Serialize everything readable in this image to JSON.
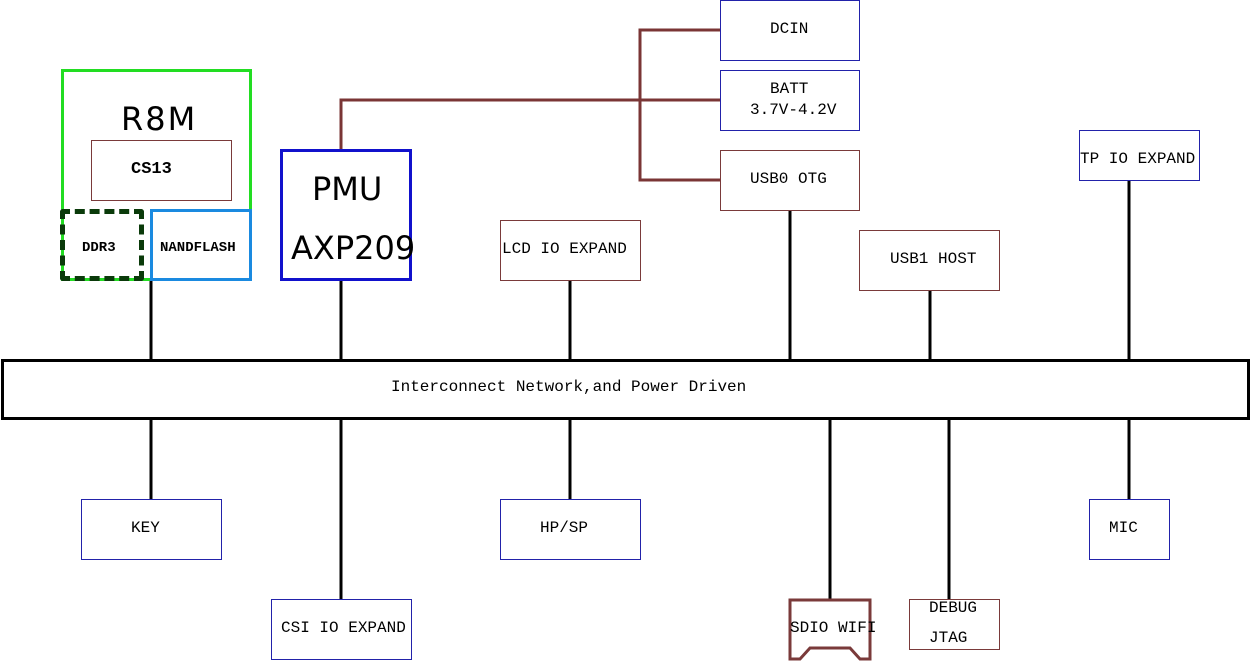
{
  "chip": {
    "title": "R8M",
    "core": "CS13",
    "ddr": "DDR3",
    "flash": "NANDFLASH"
  },
  "pmu": {
    "title": "PMU",
    "model": "AXP209"
  },
  "power": {
    "dcin": "DCIN",
    "batt_line1": "BATT",
    "batt_line2": "3.7V-4.2V",
    "usb0": "USB0 OTG"
  },
  "bus": {
    "label": "Interconnect Network,and Power Driven"
  },
  "peripherals_top": {
    "lcd": "LCD IO EXPAND",
    "usb1": "USB1 HOST",
    "tp": "TP IO EXPAND"
  },
  "peripherals_bottom": {
    "key": "KEY",
    "csi": "CSI IO EXPAND",
    "hpsp": "HP/SP",
    "sdio": "SDIO WIFI",
    "debug_line1": "DEBUG",
    "debug_line2": "JTAG",
    "mic": "MIC"
  },
  "colors": {
    "chip_border": "#22dd22",
    "ddr_border": "#0a3a0a",
    "flash_border": "#1a8ae0",
    "pmu_border": "#1111cc",
    "power_line": "#7a3535",
    "box_blue": "#2222aa",
    "box_brown": "#7a3a3a",
    "bus_border": "#000000"
  }
}
